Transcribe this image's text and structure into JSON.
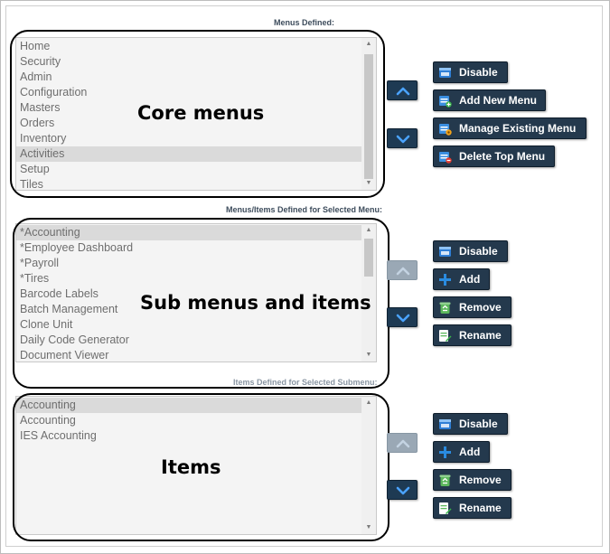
{
  "menus": {
    "label": "Menus Defined:",
    "items": [
      "Home",
      "Security",
      "Admin",
      "Configuration",
      "Masters",
      "Orders",
      "Inventory",
      "Activities",
      "Setup",
      "Tiles"
    ],
    "selected_index": 7,
    "annotation": "Core menus",
    "buttons": {
      "disable": "Disable",
      "add_new_menu": "Add New Menu",
      "manage_existing_menu": "Manage Existing Menu",
      "delete_top_menu": "Delete Top Menu"
    }
  },
  "submenus": {
    "label": "Menus/Items Defined for Selected Menu:",
    "items": [
      "*Accounting",
      "*Employee Dashboard",
      "*Payroll",
      "*Tires",
      "Barcode Labels",
      "Batch Management",
      "Clone Unit",
      "Daily Code Generator",
      "Document Viewer"
    ],
    "selected_index": 0,
    "annotation": "Sub menus and items",
    "buttons": {
      "disable": "Disable",
      "add": "Add",
      "remove": "Remove",
      "rename": "Rename"
    }
  },
  "items": {
    "label": "Items Defined for Selected Submenu:",
    "items": [
      "Accounting",
      "Accounting",
      "IES Accounting"
    ],
    "selected_index": 0,
    "annotation": "Items",
    "buttons": {
      "disable": "Disable",
      "add": "Add",
      "remove": "Remove",
      "rename": "Rename"
    }
  },
  "icons": {
    "move_up": "chevron-up-icon",
    "move_down": "chevron-down-icon",
    "disable": "disable-icon",
    "add_new_menu": "add-menu-icon",
    "manage_existing_menu": "manage-menu-icon",
    "delete_top_menu": "delete-menu-icon",
    "add": "plus-icon",
    "remove": "recycle-bin-icon",
    "rename": "rename-icon"
  },
  "colors": {
    "button_bg": "#24394d",
    "button_text": "#ffffff",
    "list_bg": "#f4f4f4",
    "selected_row": "#dadada",
    "plus_blue": "#2a8be0"
  }
}
